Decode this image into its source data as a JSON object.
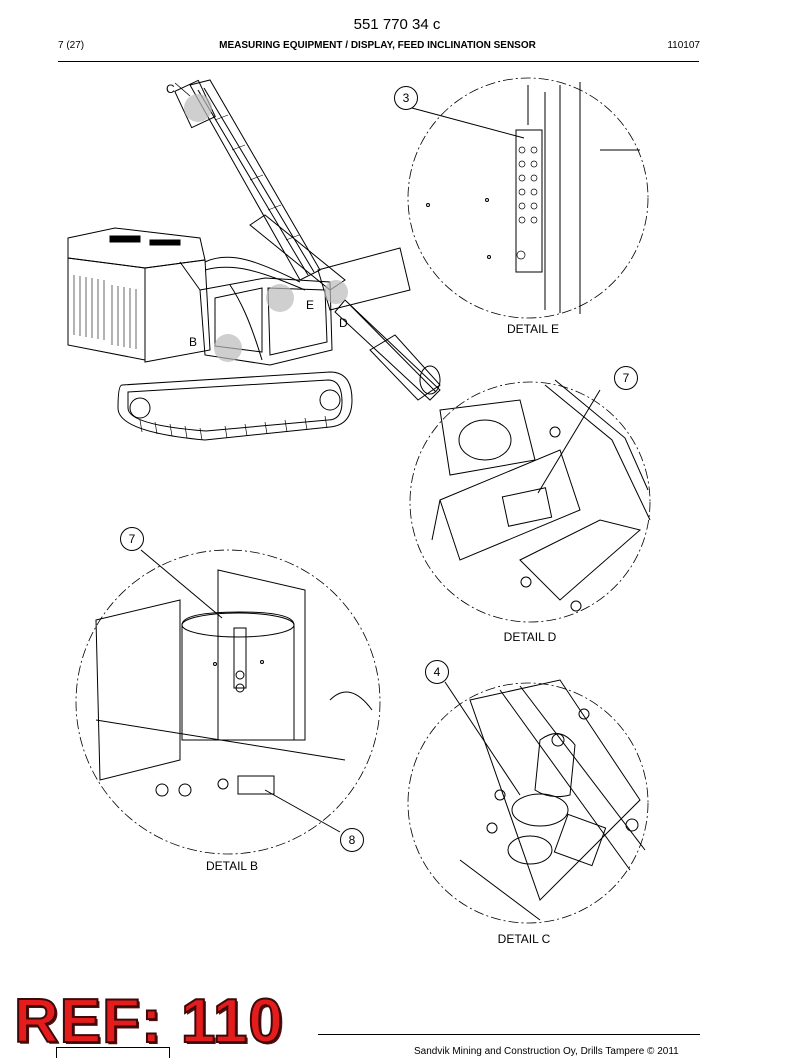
{
  "header": {
    "doc_number": "551 770 34 c",
    "page": "7 (27)",
    "section_title": "MEASURING EQUIPMENT / DISPLAY, FEED INCLINATION SENSOR",
    "date_code": "110107"
  },
  "overview": {
    "letters": {
      "c": "C",
      "e": "E",
      "d": "D",
      "b": "B"
    }
  },
  "details": {
    "e": {
      "label": "DETAIL E",
      "callout": "3"
    },
    "d": {
      "label": "DETAIL D",
      "callout": "7"
    },
    "b": {
      "label": "DETAIL B",
      "callouts": [
        "7",
        "8"
      ]
    },
    "c": {
      "label": "DETAIL C",
      "callout": "4"
    }
  },
  "footer": {
    "ref_stamp": "REF: 110",
    "copyright": "Sandvik Mining and Construction Oy, Drills Tampere © 2011"
  },
  "colors": {
    "stamp": "#e51c1c",
    "line": "#000000"
  }
}
